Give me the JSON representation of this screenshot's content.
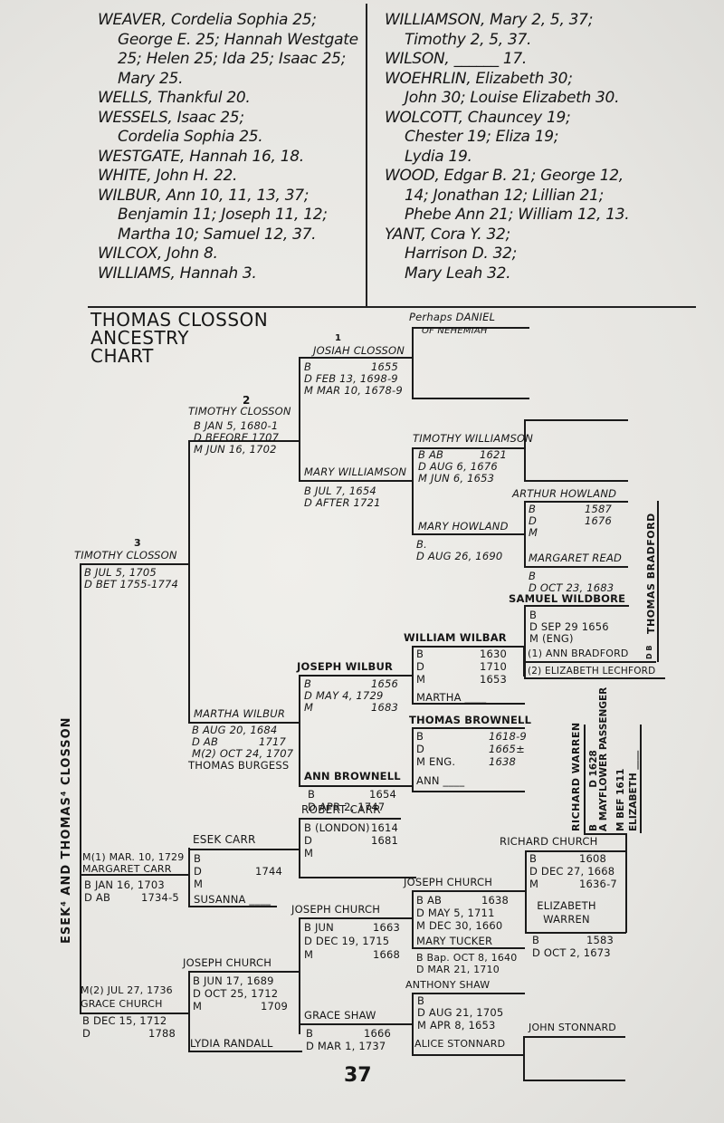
{
  "index": {
    "left_column": [
      {
        "surname": "WEAVER",
        "lines": [
          "WEAVER, Cordelia Sophia 25;",
          "George E. 25; Hannah Westgate",
          "25; Helen 25; Ida 25; Isaac 25;",
          "Mary 25."
        ]
      },
      {
        "surname": "WELLS",
        "lines": [
          "WELLS, Thankful 20."
        ]
      },
      {
        "surname": "WESSELS",
        "lines": [
          "WESSELS, Isaac 25;",
          "Cordelia Sophia 25."
        ]
      },
      {
        "surname": "WESTGATE",
        "lines": [
          "WESTGATE, Hannah 16, 18."
        ]
      },
      {
        "surname": "WHITE",
        "lines": [
          "WHITE, John H. 22."
        ]
      },
      {
        "surname": "WILBUR",
        "lines": [
          "WILBUR, Ann 10, 11, 13, 37;",
          "Benjamin 11; Joseph 11, 12;",
          "Martha 10; Samuel 12, 37."
        ]
      },
      {
        "surname": "WILCOX",
        "lines": [
          "WILCOX, John 8."
        ]
      },
      {
        "surname": "WILLIAMS",
        "lines": [
          "WILLIAMS, Hannah 3."
        ]
      }
    ],
    "right_column": [
      {
        "surname": "WILLIAMSON",
        "lines": [
          "WILLIAMSON, Mary 2, 5, 37;",
          "Timothy 2, 5, 37."
        ]
      },
      {
        "surname": "WILSON",
        "lines": [
          "WILSON, ______ 17."
        ]
      },
      {
        "surname": "WOEHRLIN",
        "lines": [
          "WOEHRLIN, Elizabeth 30;",
          "John 30; Louise Elizabeth 30."
        ]
      },
      {
        "surname": "WOLCOTT",
        "lines": [
          "WOLCOTT, Chauncey 19;",
          "Chester 19; Eliza 19;",
          "Lydia 19."
        ]
      },
      {
        "surname": "WOOD",
        "lines": [
          "WOOD, Edgar B. 21; George 12,",
          "14; Jonathan 12; Lillian 21;",
          "Phebe Ann 21; William 12, 13."
        ]
      },
      {
        "surname": "YANT",
        "lines": [
          "YANT, Cora Y. 32;",
          "Harrison D. 32;",
          "Mary Leah 32."
        ]
      }
    ]
  },
  "chart": {
    "title": [
      "THOMAS CLOSSON",
      "ANCESTRY",
      "CHART"
    ],
    "root_label": "ESEK⁴ AND THOMAS⁴ CLOSSON",
    "people": {
      "perhaps_daniel": {
        "name": "Perhaps DANIEL",
        "sub": "OF NEHEMIAH"
      },
      "josiah_closson": {
        "gen": "1",
        "name": "JOSIAH CLOSSON",
        "b": "B",
        "b_val": "1655",
        "d": "D FEB 13, 1698-9",
        "m": "M MAR 10, 1678-9"
      },
      "timothy_closson_2": {
        "gen": "2",
        "name": "TIMOTHY CLOSSON",
        "b": "B JAN 5, 1680-1",
        "d": "D BEFORE 1707",
        "m": "M JUN 16, 1702"
      },
      "timothy_williamson": {
        "name": "TIMOTHY WILLIAMSON",
        "b": "B AB",
        "b_val": "1621",
        "d": "D AUG 6, 1676",
        "m": "M JUN 6, 1653"
      },
      "mary_williamson": {
        "name": "MARY WILLIAMSON",
        "b": "B JUL 7, 1654",
        "d": "D AFTER 1721"
      },
      "arthur_howland": {
        "name": "ARTHUR HOWLAND",
        "b": "B",
        "b_val": "1587",
        "d": "D",
        "d_val": "1676",
        "m": "M"
      },
      "mary_howland": {
        "name": "MARY HOWLAND",
        "b": "B.",
        "d": "D AUG 26, 1690"
      },
      "margaret_read": {
        "name": "MARGARET READ",
        "b": "B",
        "d": "D OCT 23, 1683"
      },
      "thomas_bradford": {
        "name": "THOMAS BRADFORD"
      },
      "samuel_wildbore": {
        "name": "SAMUEL WILDBORE",
        "b": "B",
        "d": "D SEP 29 1656",
        "m": "M (ENG)",
        "w1": "(1) ANN BRADFORD",
        "w1_note": "D B",
        "w2": "(2) ELIZABETH LECHFORD"
      },
      "timothy_closson_3": {
        "gen": "3",
        "name": "TIMOTHY CLOSSON",
        "b": "B JUL 5, 1705",
        "d": "D BET 1755-1774"
      },
      "william_wilbar": {
        "name": "WILLIAM WILBAR",
        "b": "B",
        "b_val": "1630",
        "d": "D",
        "d_val": "1710",
        "m": "M",
        "m_val": "1653",
        "spouse": "MARTHA ____"
      },
      "joseph_wilbur": {
        "name": "JOSEPH WILBUR",
        "b": "B",
        "b_val": "1656",
        "d": "D MAY 4, 1729",
        "m": "M",
        "m_val": "1683"
      },
      "martha_wilbur": {
        "name": "MARTHA WILBUR",
        "b": "B AUG 20, 1684",
        "d": "D AB",
        "d_val": "1717",
        "m": "M(2) OCT 24, 1707",
        "m2": "THOMAS BURGESS"
      },
      "thomas_brownell": {
        "name": "THOMAS BROWNELL",
        "b": "B",
        "b_val": "1618-9",
        "d": "D",
        "d_val": "1665±",
        "m": "M ENG.",
        "m_val": "1638",
        "spouse": "ANN ____"
      },
      "ann_brownell": {
        "name": "ANN BROWNELL",
        "b": "B",
        "b_val": "1654",
        "d": "D APR 2, 1747"
      },
      "richard_warren": {
        "name": "RICHARD WARREN",
        "b": "B",
        "d": "D 1628",
        "a": "A MAYFLOWER PASSENGER",
        "m": "M BEF 1611",
        "spouse": "ELIZABETH ____"
      },
      "robert_carr": {
        "name": "ROBERT CARR",
        "b": "B (LONDON)",
        "b_val": "1614",
        "d": "D",
        "d_val": "1681",
        "m": "M"
      },
      "esek_carr": {
        "name": "ESEK CARR",
        "b": "B",
        "d": "D",
        "d_val": "1744",
        "m": "M",
        "spouse": "SUSANNA ____"
      },
      "margaret_carr": {
        "m": "M(1) MAR. 10, 1729",
        "name": "MARGARET CARR",
        "b": "B JAN 16, 1703",
        "d": "D AB",
        "d_val": "1734-5"
      },
      "richard_church": {
        "name": "RICHARD CHURCH",
        "b": "B",
        "b_val": "1608",
        "d": "D DEC 27, 1668",
        "m": "M",
        "m_val": "1636-7"
      },
      "elizabeth_warren": {
        "name": "ELIZABETH WARREN",
        "b": "B",
        "b_val": "1583",
        "d": "D OCT 2, 1673"
      },
      "joseph_church_a": {
        "name": "JOSEPH CHURCH",
        "b": "B AB",
        "b_val": "1638",
        "d": "D MAY 5, 1711",
        "m": "M DEC 30, 1660"
      },
      "mary_tucker": {
        "name": "MARY TUCKER",
        "b": "B Bap. OCT 8, 1640",
        "d": "D MAR 21, 1710"
      },
      "joseph_church_b": {
        "name": "JOSEPH CHURCH",
        "b": "B JUN",
        "b_val": "1663",
        "d": "D DEC 19, 1715",
        "m": "M",
        "m_val": "1668"
      },
      "joseph_church_c": {
        "name": "JOSEPH CHURCH",
        "b": "B JUN 17, 1689",
        "d": "D OCT 25, 1712",
        "m": "M",
        "m_val": "1709",
        "spouse": "LYDIA RANDALL"
      },
      "grace_church": {
        "m": "M(2) JUL 27, 1736",
        "name": "GRACE CHURCH",
        "b": "B DEC 15, 1712",
        "d": "D",
        "d_val": "1788"
      },
      "anthony_shaw": {
        "name": "ANTHONY SHAW",
        "b": "B",
        "d": "D AUG 21, 1705",
        "m": "M APR 8, 1653",
        "spouse": "ALICE STONNARD"
      },
      "grace_shaw": {
        "name": "GRACE SHAW",
        "b": "B",
        "b_val": "1666",
        "d": "D MAR 1, 1737"
      },
      "john_stonnard": {
        "name": "JOHN STONNARD"
      }
    }
  },
  "page_number": "37"
}
